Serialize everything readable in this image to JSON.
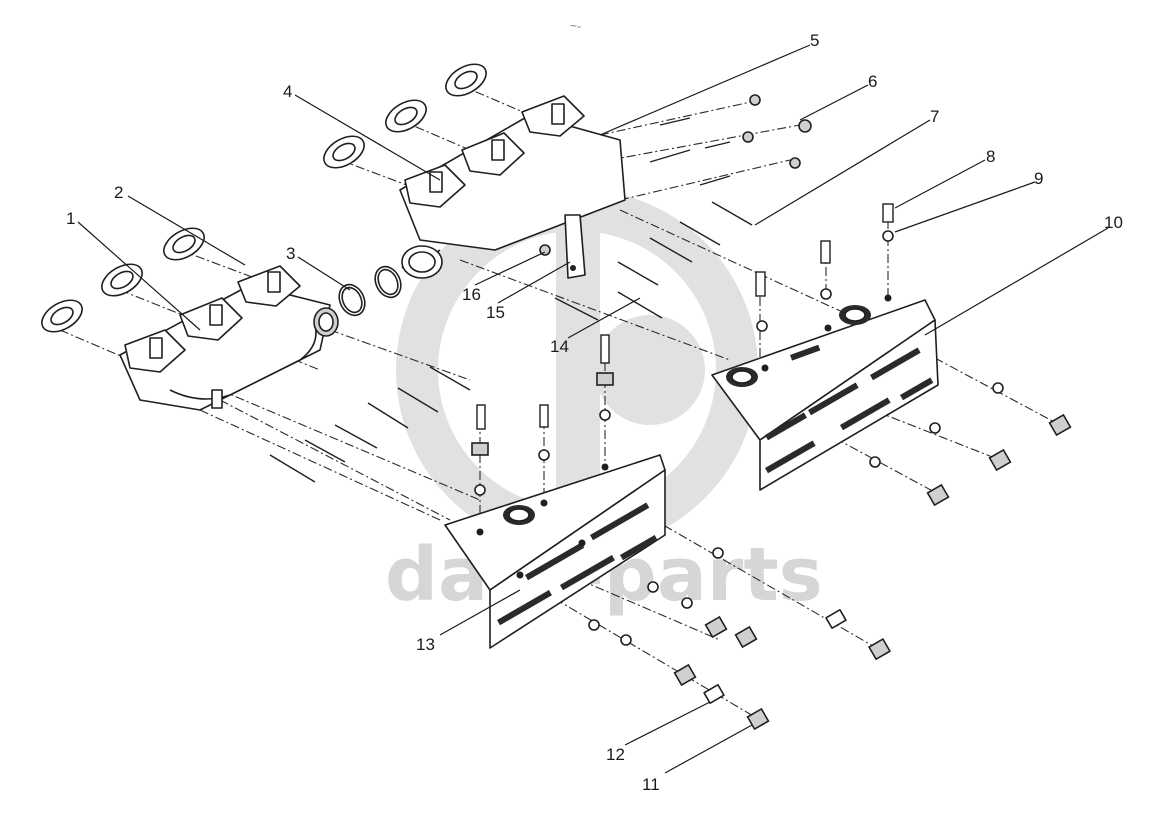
{
  "watermark": {
    "text": "data-parts",
    "color": "#c9c9c9"
  },
  "stray_mark": "~-",
  "callouts": [
    "1",
    "2",
    "3",
    "4",
    "5",
    "6",
    "7",
    "8",
    "9",
    "10",
    "11",
    "12",
    "13",
    "14",
    "15",
    "16"
  ]
}
